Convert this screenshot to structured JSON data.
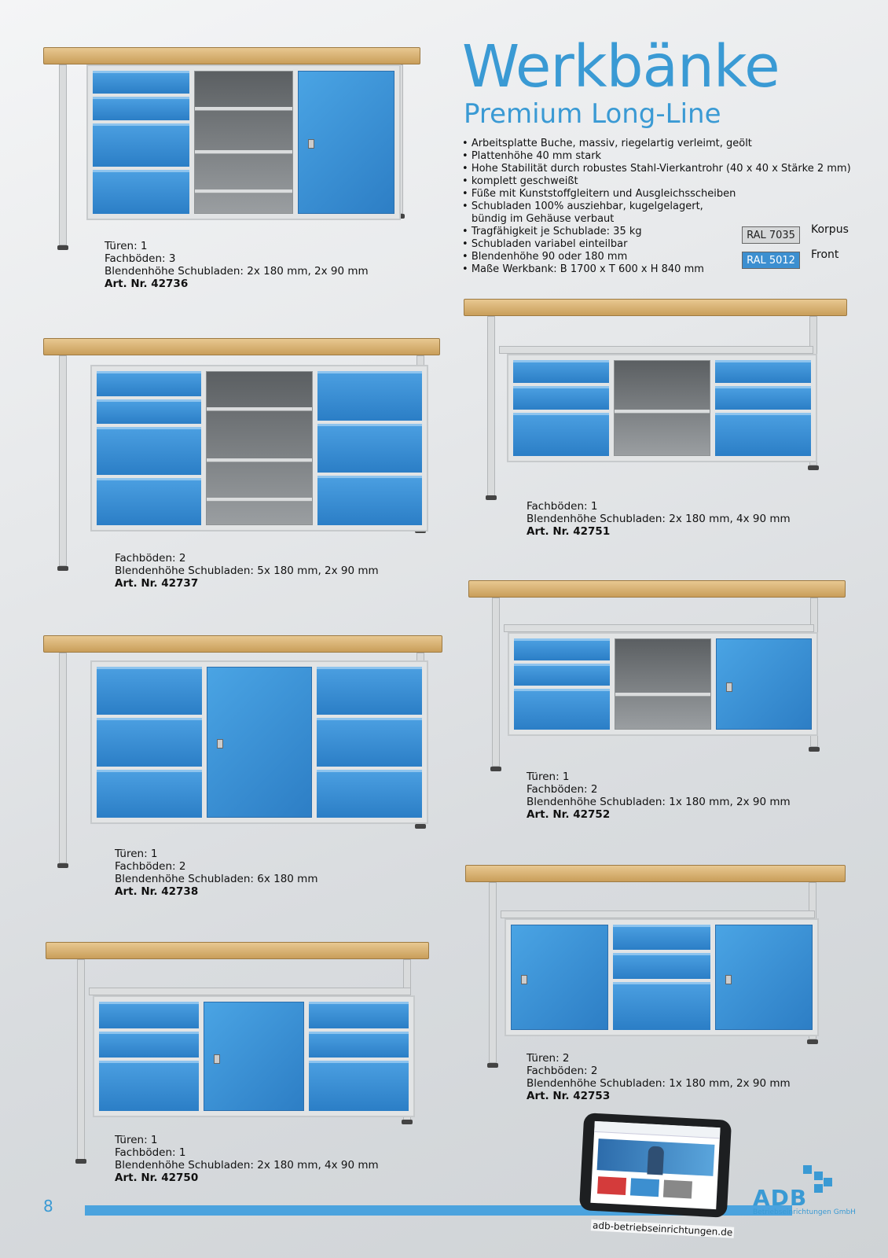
{
  "header": {
    "title": "Werkbänke",
    "subtitle": "Premium Long-Line"
  },
  "features": [
    "Arbeitsplatte Buche, massiv, riegelartig verleimt, geölt",
    "Plattenhöhe 40 mm stark",
    "Hohe Stabilität durch robustes Stahl-Vierkantrohr (40 x 40 x Stärke 2 mm)",
    "komplett geschweißt",
    "Füße mit Kunststoffgleitern und Ausgleichsscheiben",
    "Schubladen 100% ausziehbar, kugelgelagert,",
    "bündig im Gehäuse verbaut",
    "Tragfähigkeit je Schublade: 35 kg",
    "Schubladen variabel einteilbar",
    "Blendenhöhe 90 oder 180 mm",
    "Maße Werkbank: B 1700 x T 600 x H 840 mm"
  ],
  "colors": {
    "korpus": {
      "ral": "RAL 7035",
      "label": "Korpus",
      "hex": "#d6d8d9"
    },
    "front": {
      "ral": "RAL 5012",
      "label": "Front",
      "hex": "#3c8fd0"
    },
    "accent": "#3a9ad4"
  },
  "products": {
    "p42736": {
      "lines": [
        "Türen: 1",
        "Fachböden: 3",
        "Blendenhöhe Schubladen: 2x 180 mm, 2x 90 mm"
      ],
      "art": "Art. Nr. 42736"
    },
    "p42737": {
      "lines": [
        "Fachböden: 2",
        "Blendenhöhe Schubladen: 5x 180 mm, 2x 90 mm"
      ],
      "art": "Art. Nr. 42737"
    },
    "p42751": {
      "lines": [
        "Fachböden: 1",
        "Blendenhöhe Schubladen: 2x 180 mm, 4x 90 mm"
      ],
      "art": "Art. Nr. 42751"
    },
    "p42738": {
      "lines": [
        "Türen: 1",
        "Fachböden: 2",
        "Blendenhöhe Schubladen: 6x 180 mm"
      ],
      "art": "Art. Nr. 42738"
    },
    "p42752": {
      "lines": [
        "Türen: 1",
        "Fachböden: 2",
        "Blendenhöhe Schubladen: 1x 180 mm, 2x 90 mm"
      ],
      "art": "Art. Nr. 42752"
    },
    "p42750": {
      "lines": [
        "Türen: 1",
        "Fachböden: 1",
        "Blendenhöhe Schubladen: 2x 180 mm, 4x 90 mm"
      ],
      "art": "Art. Nr. 42750"
    },
    "p42753": {
      "lines": [
        "Türen: 2",
        "Fachböden: 2",
        "Blendenhöhe Schubladen: 1x 180 mm, 2x 90 mm"
      ],
      "art": "Art. Nr. 42753"
    }
  },
  "footer": {
    "page_number": "8",
    "url": "adb-betriebseinrichtungen.de",
    "logo": "ADB",
    "company": "Betriebseinrichtungen GmbH"
  }
}
